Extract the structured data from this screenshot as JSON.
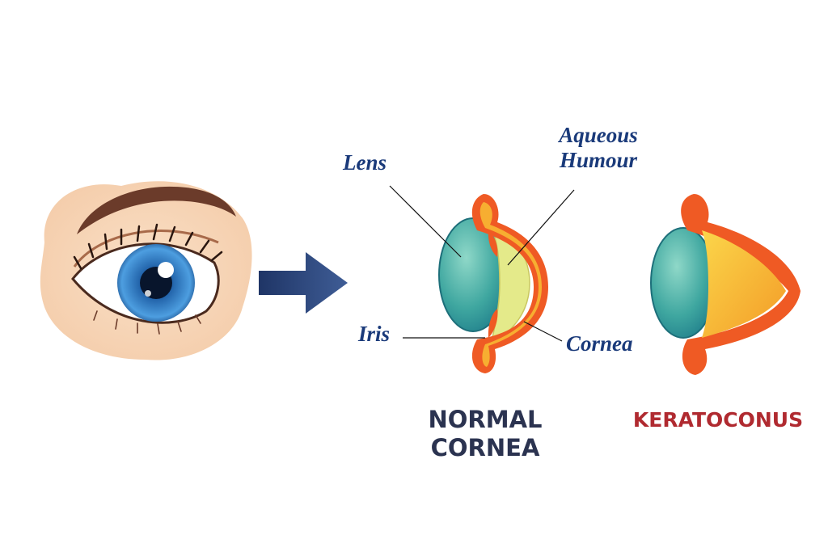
{
  "labels": {
    "lens": "Lens",
    "aqueous_line1": "Aqueous",
    "aqueous_line2": "Humour",
    "iris": "Iris",
    "cornea": "Cornea"
  },
  "captions": {
    "normal_line1": "NORMAL",
    "normal_line2": "CORNEA",
    "keratoconus": "KERATOCONUS"
  },
  "colors": {
    "label_text": "#1a3a7a",
    "normal_caption": "#2b3350",
    "keratoconus_caption": "#b02a30",
    "arrow": "#2e4a80",
    "cornea_outer": "#ef5a24",
    "cornea_inner": "#f7b733",
    "lens": "#3fa7a0",
    "aqueous": "#e4ea8a",
    "iris_eye": "#2f7fc9"
  }
}
